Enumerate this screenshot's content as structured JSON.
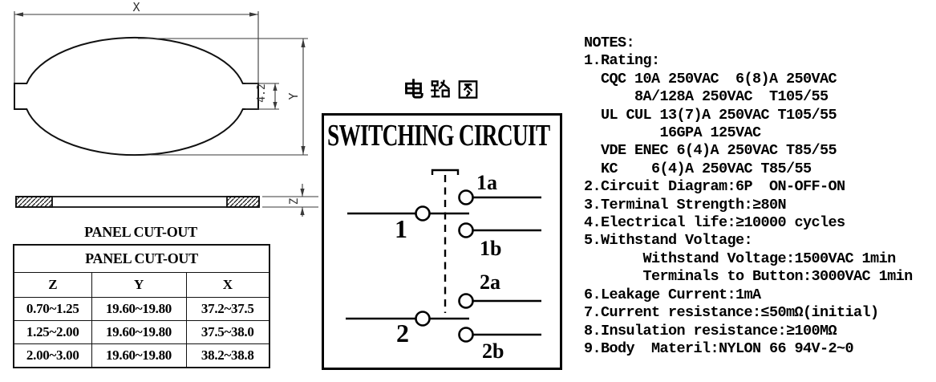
{
  "drawing": {
    "dim_labels": {
      "x": "X",
      "y": "Y",
      "z": "Z",
      "notch_height": "4.2"
    },
    "panel_cutout_title": "PANEL CUT-OUT",
    "table": {
      "title": "PANEL CUT-OUT",
      "columns": [
        "Z",
        "Y",
        "X"
      ],
      "rows": [
        [
          "0.70~1.25",
          "19.60~19.80",
          "37.2~37.5"
        ],
        [
          "1.25~2.00",
          "19.60~19.80",
          "37.5~38.0"
        ],
        [
          "2.00~3.00",
          "19.60~19.80",
          "38.2~38.8"
        ]
      ]
    }
  },
  "circuit": {
    "title_cn": "电路图",
    "title_en": "SWITCHING CIRCUIT",
    "poles": [
      "1",
      "2"
    ],
    "terminals": [
      "1a",
      "1b",
      "2a",
      "2b"
    ]
  },
  "notes": {
    "lines": [
      "NOTES:",
      "1.Rating:",
      "  CQC 10A 250VAC  6(8)A 250VAC",
      "      8A/128A 250VAC  T105/55",
      "  UL CUL 13(7)A 250VAC T105/55",
      "         16GPA 125VAC",
      "  VDE ENEC 6(4)A 250VAC T85/55",
      "  KC    6(4)A 250VAC T85/55",
      "2.Circuit Diagram:6P  ON-OFF-ON",
      "3.Terminal Strength:≥80N",
      "4.Electrical life:≥10000 cycles",
      "5.Withstand Voltage:",
      "       Withstand Voltage:1500VAC 1min",
      "       Terminals to Button:3000VAC 1min",
      "6.Leakage Current:1mA",
      "7.Current resistance:≤50mΩ(initial)",
      "8.Insulation resistance:≥100MΩ",
      "9.Body  Materil:NYLON 66 94V-2~0"
    ]
  },
  "colors": {
    "line": "#111111",
    "dim_line": "#3a3a3a",
    "background": "#ffffff"
  }
}
